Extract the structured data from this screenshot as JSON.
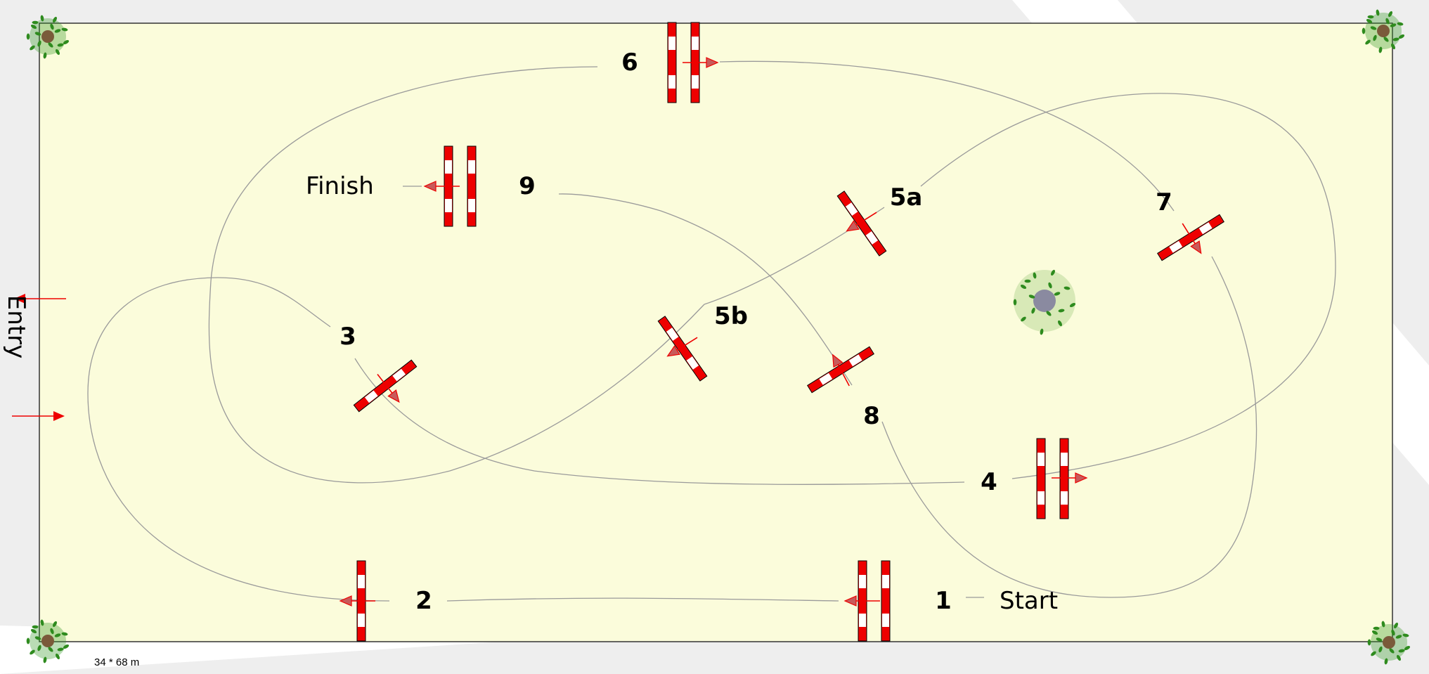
{
  "arena": {
    "size_label": "34 * 68 m",
    "entry_label": "Entry",
    "start_label": "Start",
    "finish_label": "Finish",
    "colors": {
      "arena": "#fbfcdb",
      "border": "#333333",
      "pole_red": "#ee0000",
      "arrow_red": "#ee0000",
      "background": "#eeeeee",
      "track": "#9a9a9a"
    }
  },
  "obstacles": [
    {
      "number": "1",
      "kind": "oxer",
      "direction": "left"
    },
    {
      "number": "2",
      "kind": "vertical",
      "direction": "left"
    },
    {
      "number": "3",
      "kind": "vertical",
      "direction": "down-right"
    },
    {
      "number": "4",
      "kind": "oxer",
      "direction": "right"
    },
    {
      "number": "5a",
      "kind": "vertical",
      "direction": "down-left"
    },
    {
      "number": "5b",
      "kind": "vertical",
      "direction": "down-left"
    },
    {
      "number": "6",
      "kind": "oxer",
      "direction": "right"
    },
    {
      "number": "7",
      "kind": "vertical",
      "direction": "down"
    },
    {
      "number": "8",
      "kind": "vertical",
      "direction": "up"
    },
    {
      "number": "9",
      "kind": "oxer",
      "direction": "left"
    }
  ],
  "decorations": [
    "plant-icon",
    "plant-icon",
    "plant-icon",
    "plant-icon",
    "tree-icon"
  ]
}
